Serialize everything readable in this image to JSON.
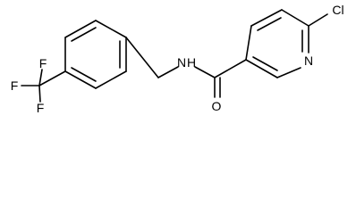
{
  "structure": {
    "atom_labels": {
      "fluorine_top": "F",
      "fluorine_left": "F",
      "fluorine_bottom": "F",
      "amide_nitrogen": "N",
      "amide_hydrogen": "H",
      "carbonyl_oxygen": "O",
      "pyridine_nitrogen": "N",
      "chlorine": "Cl"
    }
  }
}
